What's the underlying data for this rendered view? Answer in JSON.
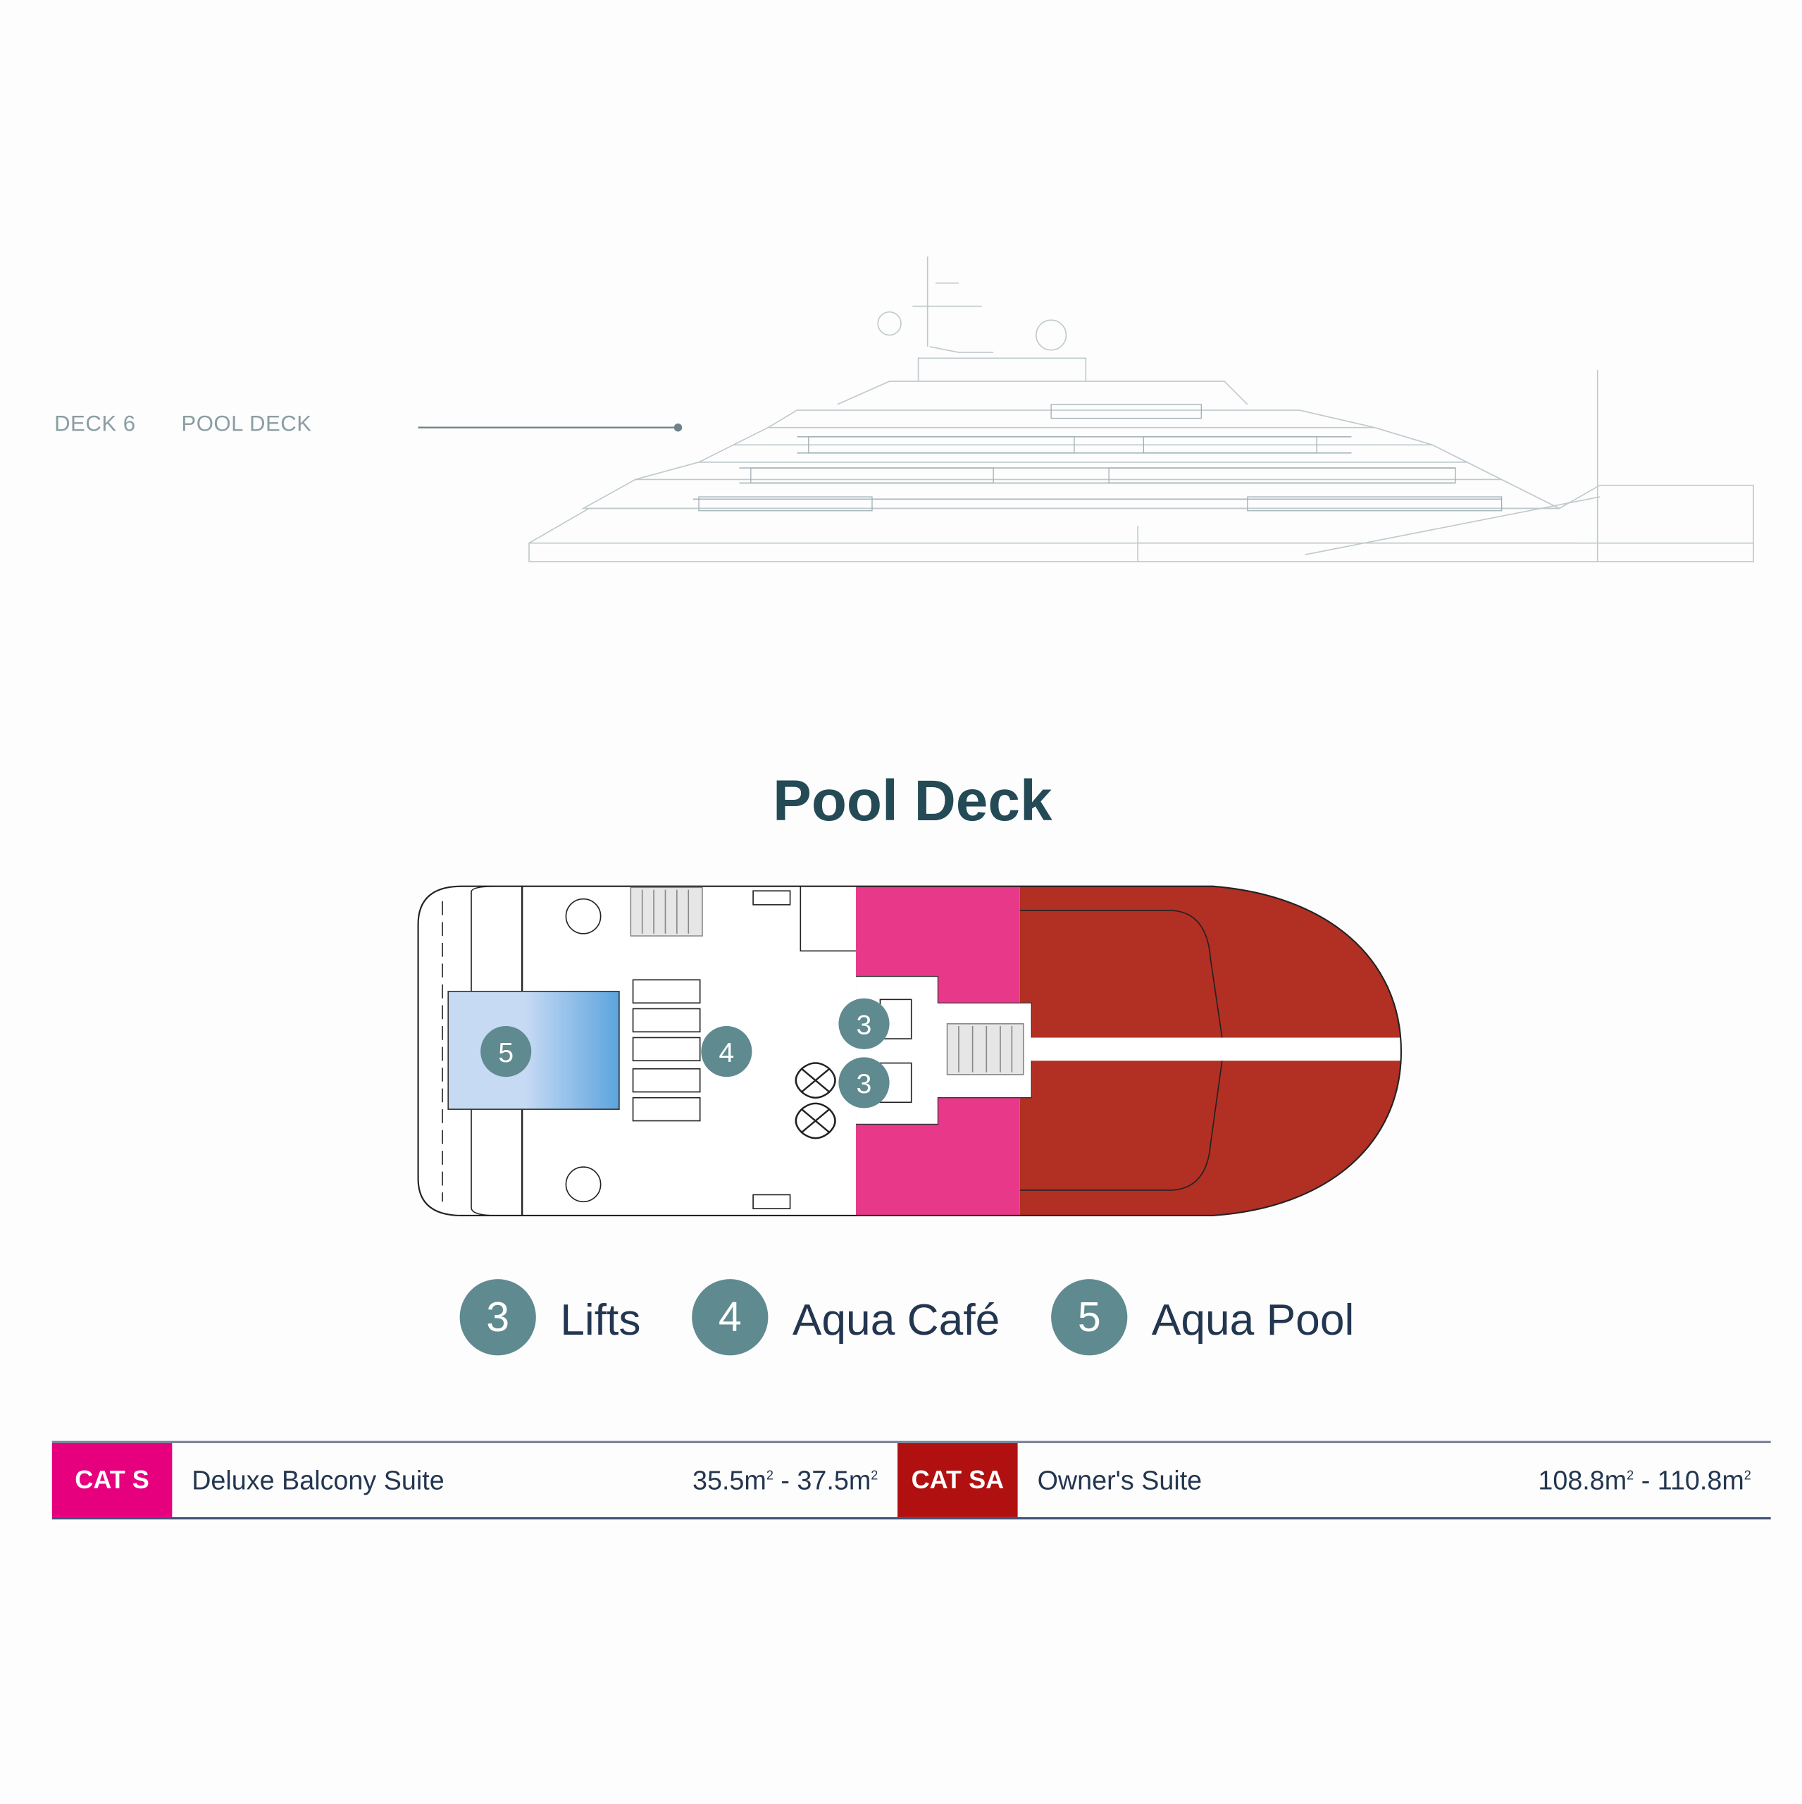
{
  "side_profile": {
    "deck_number": "DECK 6",
    "deck_name": "POOL DECK"
  },
  "title": "Pool Deck",
  "markers": [
    {
      "number": "3",
      "label": "Lifts"
    },
    {
      "number": "4",
      "label": "Aqua Café"
    },
    {
      "number": "5",
      "label": "Aqua Pool"
    }
  ],
  "categories": [
    {
      "code": "CAT S",
      "name": "Deluxe Balcony Suite",
      "size_from": "35.5m",
      "size_to": "37.5m",
      "unit_sup": "2",
      "color": "#e6007e"
    },
    {
      "code": "CAT SA",
      "name": "Owner's Suite",
      "size_from": "108.8m",
      "size_to": "110.8m",
      "unit_sup": "2",
      "color": "#b01010"
    }
  ],
  "colors": {
    "marker": "#5f8a8f",
    "suite_s": "#e8388a",
    "suite_sa": "#b22f24",
    "pool_light": "#c6daf4",
    "pool_dark": "#5ca4de"
  }
}
